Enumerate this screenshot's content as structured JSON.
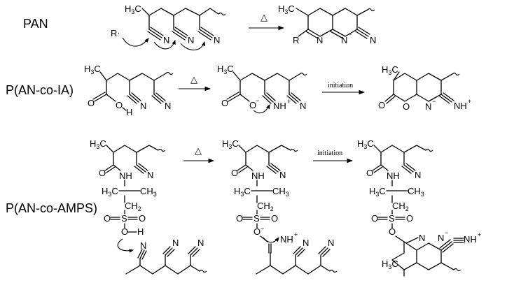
{
  "rows": [
    {
      "label": "PAN"
    },
    {
      "label": "P(AN-co-IA)"
    },
    {
      "label": "P(AN-co-AMPS)"
    }
  ],
  "arrows": {
    "heat_symbol": "△",
    "initiation_label": "initiation"
  },
  "atoms": {
    "H3C": "H3C",
    "CH3": "CH3",
    "H": "H",
    "N": "N",
    "N_minus": "N",
    "NH_plus": "NH",
    "NH": "NH",
    "O": "O",
    "O_minus": "O",
    "R": "R",
    "R_radical": "R·",
    "S": "S",
    "C": "C",
    "CH2": "CH2",
    "minus": "−",
    "plus": "+",
    "NH_text": "NH"
  }
}
